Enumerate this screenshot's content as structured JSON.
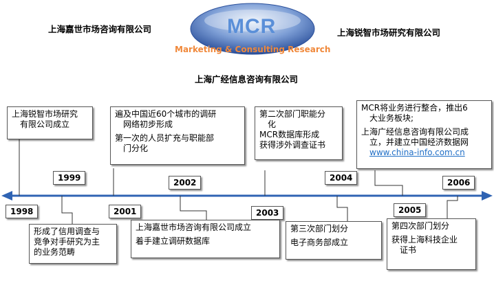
{
  "header": {
    "logo_text": "MCR",
    "tagline": "Marketing & Consulting Research",
    "company_left": "上海嘉世市场咨询有限公司",
    "company_right": "上海锐智市场研究有限公司",
    "company_center": "上海广经信息咨询有限公司"
  },
  "years": {
    "y1998": "1998",
    "y1999": "1999",
    "y2001": "2001",
    "y2002": "2002",
    "y2003": "2003",
    "y2004": "2004",
    "y2005": "2005",
    "y2006": "2006"
  },
  "events": {
    "e1998": [
      "上海锐智市场研究",
      "有限公司成立"
    ],
    "e1999": [
      "形成了信用调查与",
      "竞争对手研究为主",
      "的业务范畴"
    ],
    "e2001": [
      "遍及中国近60个城市的调研",
      "网络初步形成",
      "第一次的人员扩充与职能部",
      "门分化"
    ],
    "e2002": [
      "上海嘉世市场咨询有限公司成立",
      "着手建立调研数据库"
    ],
    "e2003": [
      "第二次部门职能分",
      "化",
      "MCR数据库形成",
      "获得涉外调查证书"
    ],
    "e2004": [
      "第三次部门划分",
      "电子商务部成立"
    ],
    "e2005": [
      "MCR将业务进行整合，推出6",
      "大业务板块;",
      "上海广经信息咨询有限公司成",
      "立，并建立中国经济数据网",
      "www.china-info.com.cn"
    ],
    "e2006": [
      "第四次部门划分",
      "获得上海科技企业",
      "证书"
    ]
  },
  "colors": {
    "axis": "#2f63b3",
    "logo_light": "#d6e2f4",
    "logo_dark": "#2a4f9a",
    "logo_text": "#5a8fd8",
    "tagline": "#f0883a",
    "link": "#1f6ec6"
  }
}
